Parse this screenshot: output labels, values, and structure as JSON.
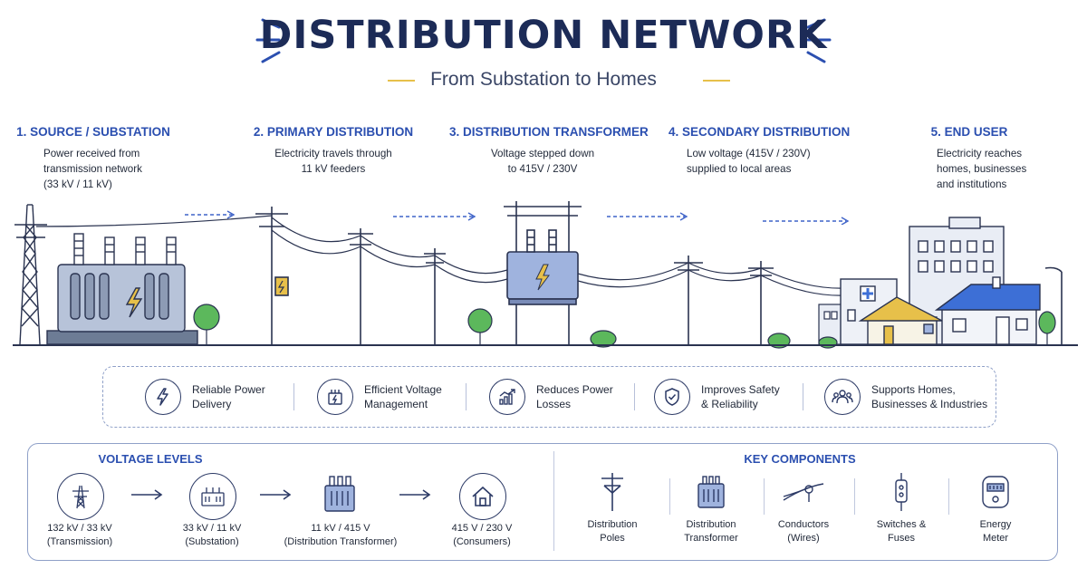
{
  "header": {
    "title": "DISTRIBUTION NETWORK",
    "subtitle": "From Substation to Homes"
  },
  "stages": [
    {
      "title": "1. SOURCE / SUBSTATION",
      "lines": [
        "Power received from",
        "transmission network",
        "(33 kV / 11 kV)"
      ]
    },
    {
      "title": "2. PRIMARY DISTRIBUTION",
      "lines": [
        "Electricity travels through",
        "11 kV feeders"
      ]
    },
    {
      "title": "3. DISTRIBUTION TRANSFORMER",
      "lines": [
        "Voltage stepped down",
        "to 415V / 230V"
      ]
    },
    {
      "title": "4. SECONDARY DISTRIBUTION",
      "lines": [
        "Low voltage (415V / 230V)",
        "supplied to local areas"
      ]
    },
    {
      "title": "5. END USER",
      "lines": [
        "Electricity reaches",
        "homes, businesses",
        "and institutions"
      ]
    }
  ],
  "benefits": [
    {
      "lines": [
        "Reliable Power",
        "Delivery"
      ],
      "icon": "lightning-icon"
    },
    {
      "lines": [
        "Efficient Voltage",
        "Management"
      ],
      "icon": "transformer-icon"
    },
    {
      "lines": [
        "Reduces Power",
        "Losses"
      ],
      "icon": "growth-chart-icon"
    },
    {
      "lines": [
        "Improves Safety",
        "& Reliability"
      ],
      "icon": "shield-check-icon"
    },
    {
      "lines": [
        "Supports Homes,",
        "Businesses & Industries"
      ],
      "icon": "people-icon"
    }
  ],
  "voltage_levels": {
    "heading": "VOLTAGE LEVELS",
    "items": [
      {
        "value": "132 kV / 33 kV",
        "note": "(Transmission)",
        "icon": "transmission-tower-icon"
      },
      {
        "value": "33 kV / 11 kV",
        "note": "(Substation)",
        "icon": "substation-icon"
      },
      {
        "value": "11 kV / 415 V",
        "note": "(Distribution Transformer)",
        "icon": "transformer-icon"
      },
      {
        "value": "415 V / 230 V",
        "note": "(Consumers)",
        "icon": "house-icon"
      }
    ]
  },
  "key_components": {
    "heading": "KEY COMPONENTS",
    "items": [
      {
        "lines": [
          "Distribution",
          "Poles"
        ],
        "icon": "pole-icon"
      },
      {
        "lines": [
          "Distribution",
          "Transformer"
        ],
        "icon": "transformer-icon"
      },
      {
        "lines": [
          "Conductors",
          "(Wires)"
        ],
        "icon": "conductor-icon"
      },
      {
        "lines": [
          "Switches &",
          "Fuses"
        ],
        "icon": "fuse-icon"
      },
      {
        "lines": [
          "Energy",
          "Meter"
        ],
        "icon": "energy-meter-icon"
      }
    ]
  },
  "colors": {
    "accent": "#2b4fb0",
    "navy": "#1c2b57",
    "equipment": "#9fb3de",
    "tree": "#5cb85c",
    "gold": "#e7c04a",
    "roof_blue": "#3d6fd6"
  }
}
